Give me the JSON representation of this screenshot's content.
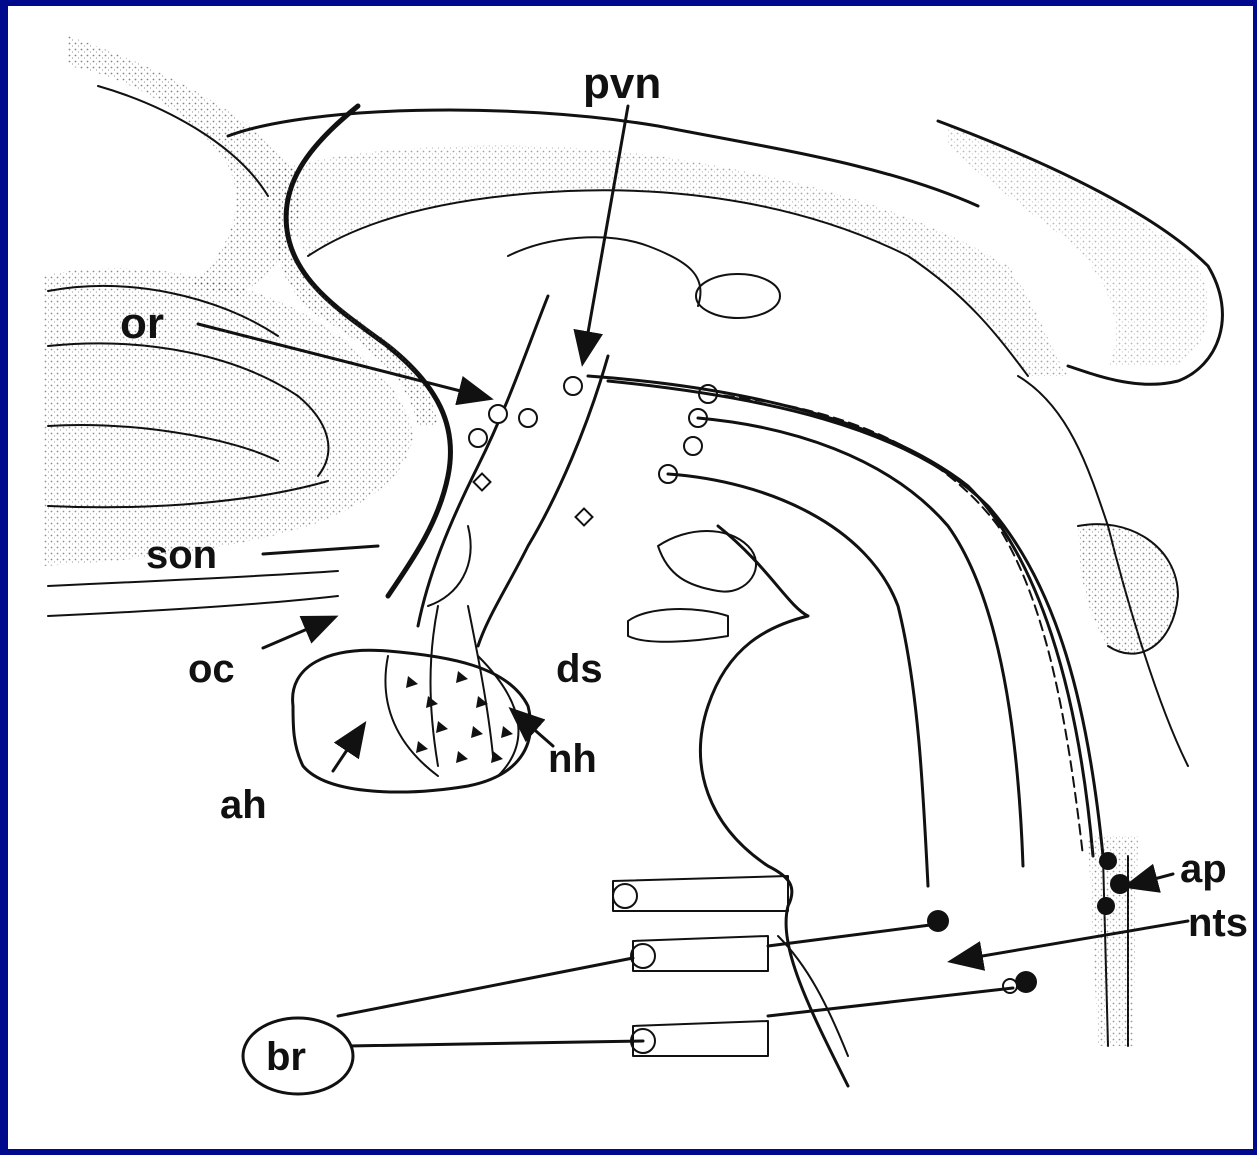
{
  "labels": {
    "pvn": "pvn",
    "or": "or",
    "son": "son",
    "oc": "oc",
    "ds": "ds",
    "nh": "nh",
    "ah": "ah",
    "ap": "ap",
    "nts": "nts",
    "br": "br"
  },
  "colors": {
    "frame_background": "#000a8c",
    "paper": "#ffffff",
    "ink": "#111111"
  }
}
